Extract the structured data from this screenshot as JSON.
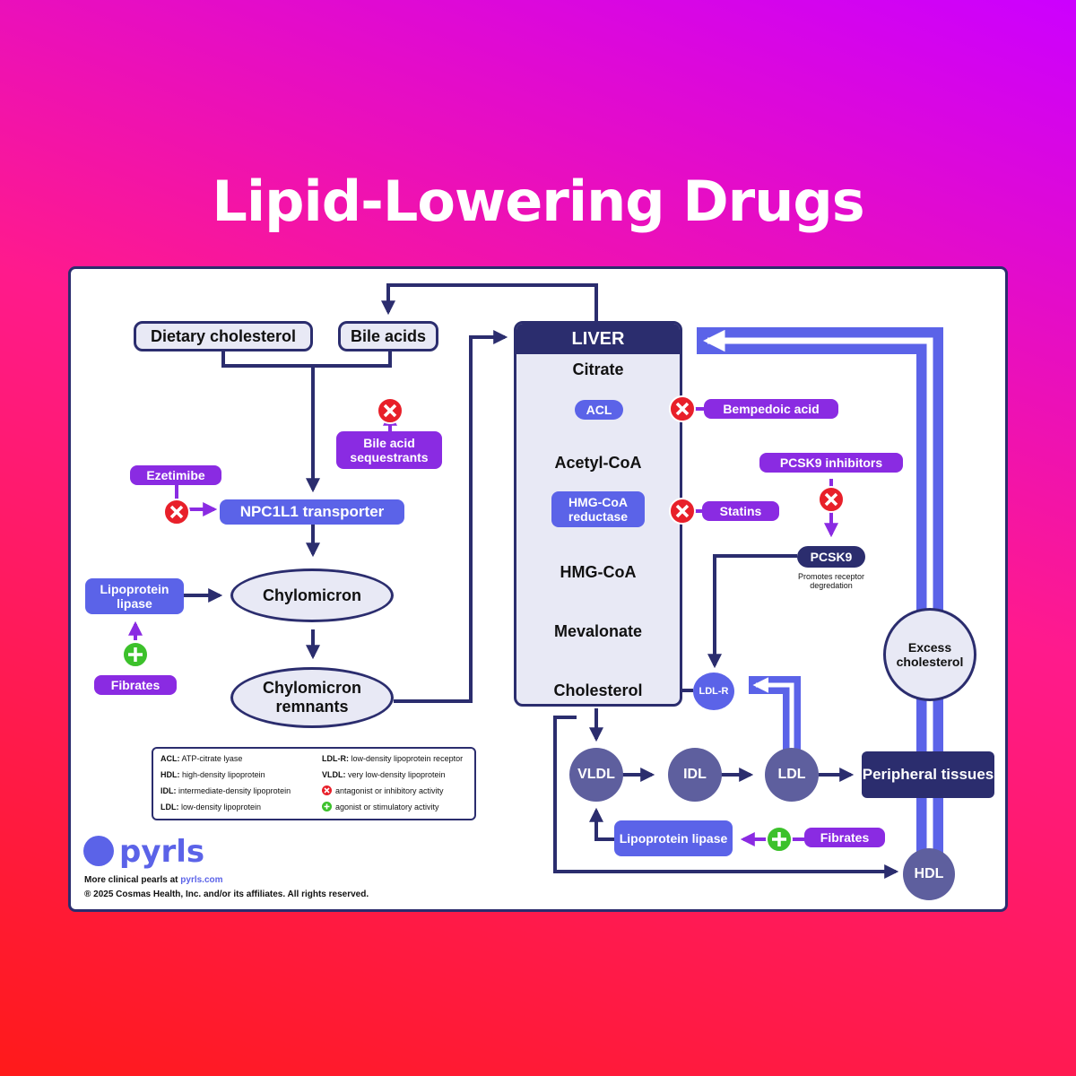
{
  "title": "Lipid-Lowering Drugs",
  "colors": {
    "navy": "#2b2d6e",
    "blue": "#5b63e8",
    "purple": "#8a2be2",
    "inhibit": "#e8202a",
    "stimulate": "#3cc12b",
    "light": "#e8e9f5"
  },
  "nodes": {
    "dietary_cholesterol": "Dietary cholesterol",
    "bile_acids": "Bile acids",
    "bile_acid_sequestrants": "Bile acid sequestrants",
    "ezetimibe": "Ezetimibe",
    "npc1l1": "NPC1L1 transporter",
    "lipoprotein_lipase_left": "Lipoprotein lipase",
    "fibrates_left": "Fibrates",
    "chylomicron": "Chylomicron",
    "chylomicron_remnants": "Chylomicron remnants",
    "liver": "LIVER",
    "citrate": "Citrate",
    "acl": "ACL",
    "bempedoic_acid": "Bempedoic acid",
    "acetyl_coa": "Acetyl-CoA",
    "hmg_coa_reductase": "HMG-CoA reductase",
    "statins": "Statins",
    "hmg_coa": "HMG-CoA",
    "mevalonate": "Mevalonate",
    "cholesterol": "Cholesterol",
    "pcsk9_inhibitors": "PCSK9 inhibitors",
    "pcsk9": "PCSK9",
    "pcsk9_note": "Promotes receptor degredation",
    "ldl_r": "LDL-R",
    "excess_cholesterol": "Excess cholesterol",
    "vldl": "VLDL",
    "idl": "IDL",
    "ldl": "LDL",
    "peripheral_tissues": "Peripheral tissues",
    "lipoprotein_lipase_right": "Lipoprotein lipase",
    "fibrates_right": "Fibrates",
    "hdl": "HDL"
  },
  "legend": {
    "acl_term": "ACL:",
    "acl_def": "ATP-citrate lyase",
    "hdl_term": "HDL:",
    "hdl_def": "high-density lipoprotein",
    "idl_term": "IDL:",
    "idl_def": "intermediate-density lipoprotein",
    "ldl_term": "LDL:",
    "ldl_def": "low-density lipoprotein",
    "ldlr_term": "LDL-R:",
    "ldlr_def": "low-density lipoprotein receptor",
    "vldl_term": "VLDL:",
    "vldl_def": "very low-density lipoprotein",
    "antagonist": "antagonist or inhibitory activity",
    "agonist": "agonist or stimulatory activity"
  },
  "footer": {
    "brand": "pyrls",
    "more": "More clinical pearls at",
    "site": "pyrls.com",
    "copyright": "® 2025 Cosmas Health, Inc. and/or its affiliates. All rights reserved."
  },
  "icons": [
    "inhibit-x-icon",
    "stimulate-plus-icon",
    "pyrls-logo-icon"
  ]
}
